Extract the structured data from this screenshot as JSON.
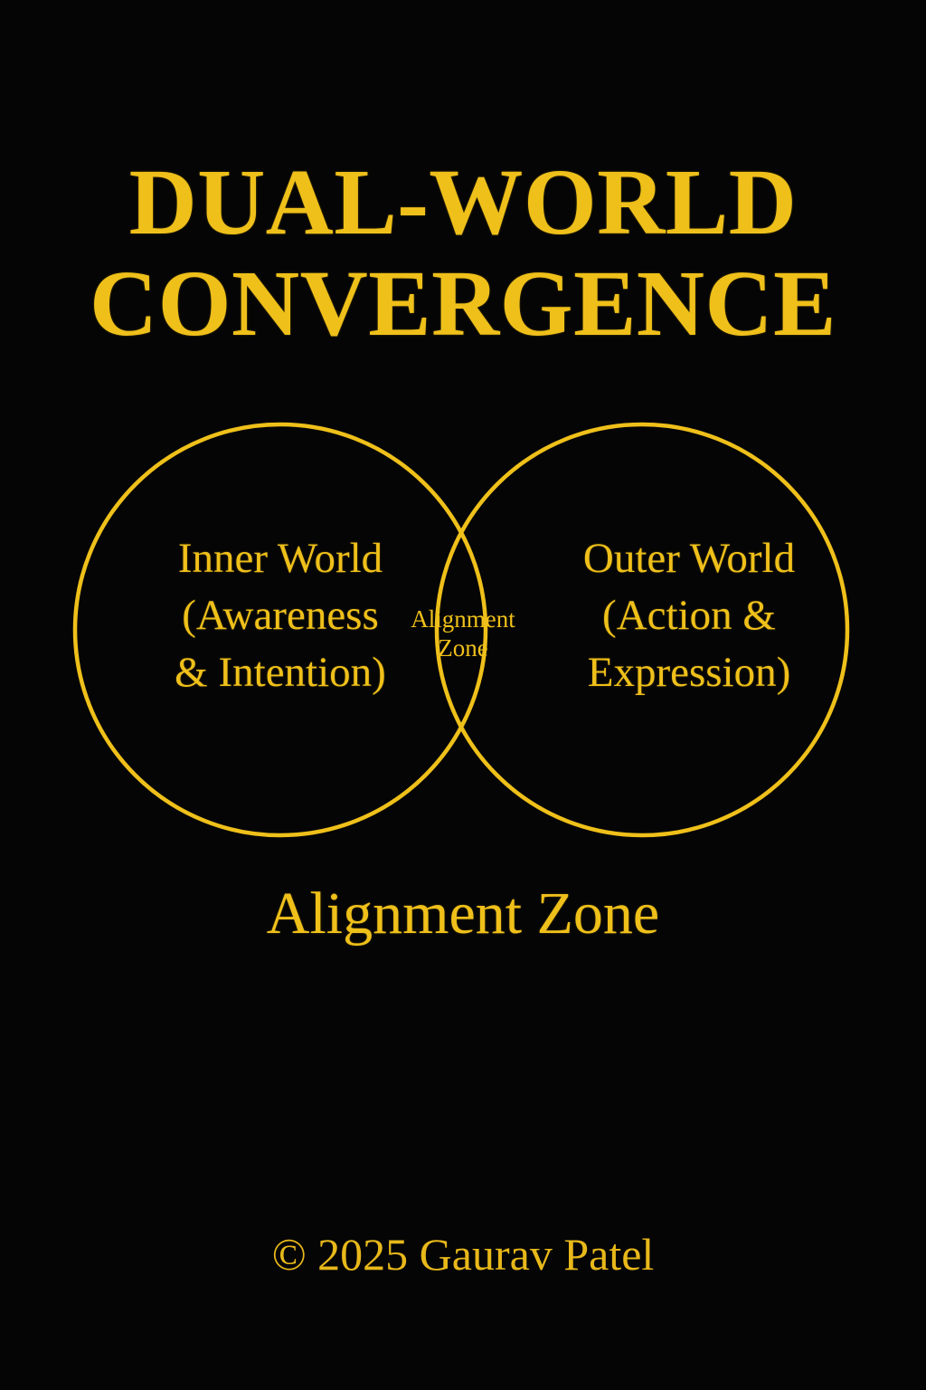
{
  "poster": {
    "background_color": "#050505",
    "accent_color": "#efc01a",
    "title_line_1": "DUAL-WORLD",
    "title_line_2": "CONVERGENCE",
    "caption": "Alignment Zone",
    "footer": "© 2025 Gaurav Patel"
  },
  "diagram": {
    "type": "venn",
    "stroke_color": "#efc01a",
    "left_circle": {
      "name": "Inner World",
      "label_lines": [
        "Inner World",
        "(Awareness",
        "& Intention)"
      ]
    },
    "right_circle": {
      "name": "Outer World",
      "label_lines": [
        "Outer World",
        "(Action &",
        "Expression)"
      ]
    },
    "intersection": {
      "label_lines": [
        "Alignment",
        "Zone"
      ]
    }
  }
}
